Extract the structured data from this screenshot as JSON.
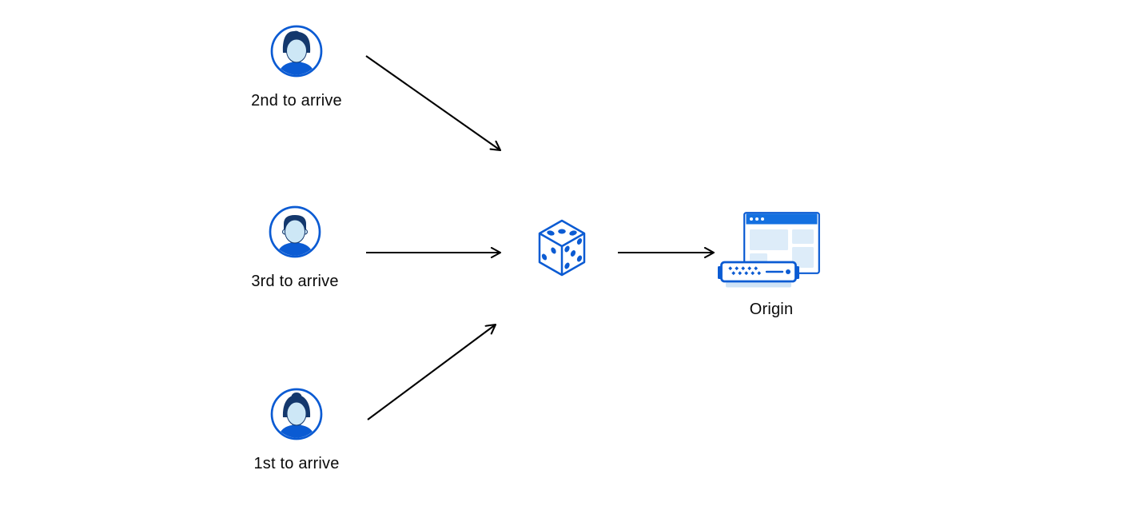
{
  "diagram": {
    "title_hint": "Three visitors routed through a random (dice) selector to an origin server",
    "users": [
      {
        "label": "2nd to arrive",
        "avatar": "man-swept-hair-avatar"
      },
      {
        "label": "3rd to arrive",
        "avatar": "man-short-hair-avatar"
      },
      {
        "label": "1st to arrive",
        "avatar": "woman-bun-hair-avatar"
      }
    ],
    "center_node": {
      "icon": "dice-icon",
      "pips": {
        "top_face": 3,
        "left_face": 2,
        "right_face": 5
      }
    },
    "destination": {
      "label": "Origin",
      "icons": [
        "browser-window-icon",
        "server-icon"
      ]
    },
    "arrows": [
      {
        "from": "2nd to arrive",
        "to": "dice"
      },
      {
        "from": "3rd to arrive",
        "to": "dice"
      },
      {
        "from": "1st to arrive",
        "to": "dice"
      },
      {
        "from": "dice",
        "to": "Origin"
      }
    ]
  },
  "colors": {
    "background": "#ffffff",
    "primary_blue": "#0b5bd3",
    "titlebar_blue": "#1470e0",
    "dark_navy_hair": "#14386d",
    "face_light_blue": "#cde7f6",
    "panel_light_blue": "#ddecf9",
    "server_base_blue": "#cfe3f6",
    "arrow_black": "#000000",
    "label_text": "#0a0a0a"
  }
}
